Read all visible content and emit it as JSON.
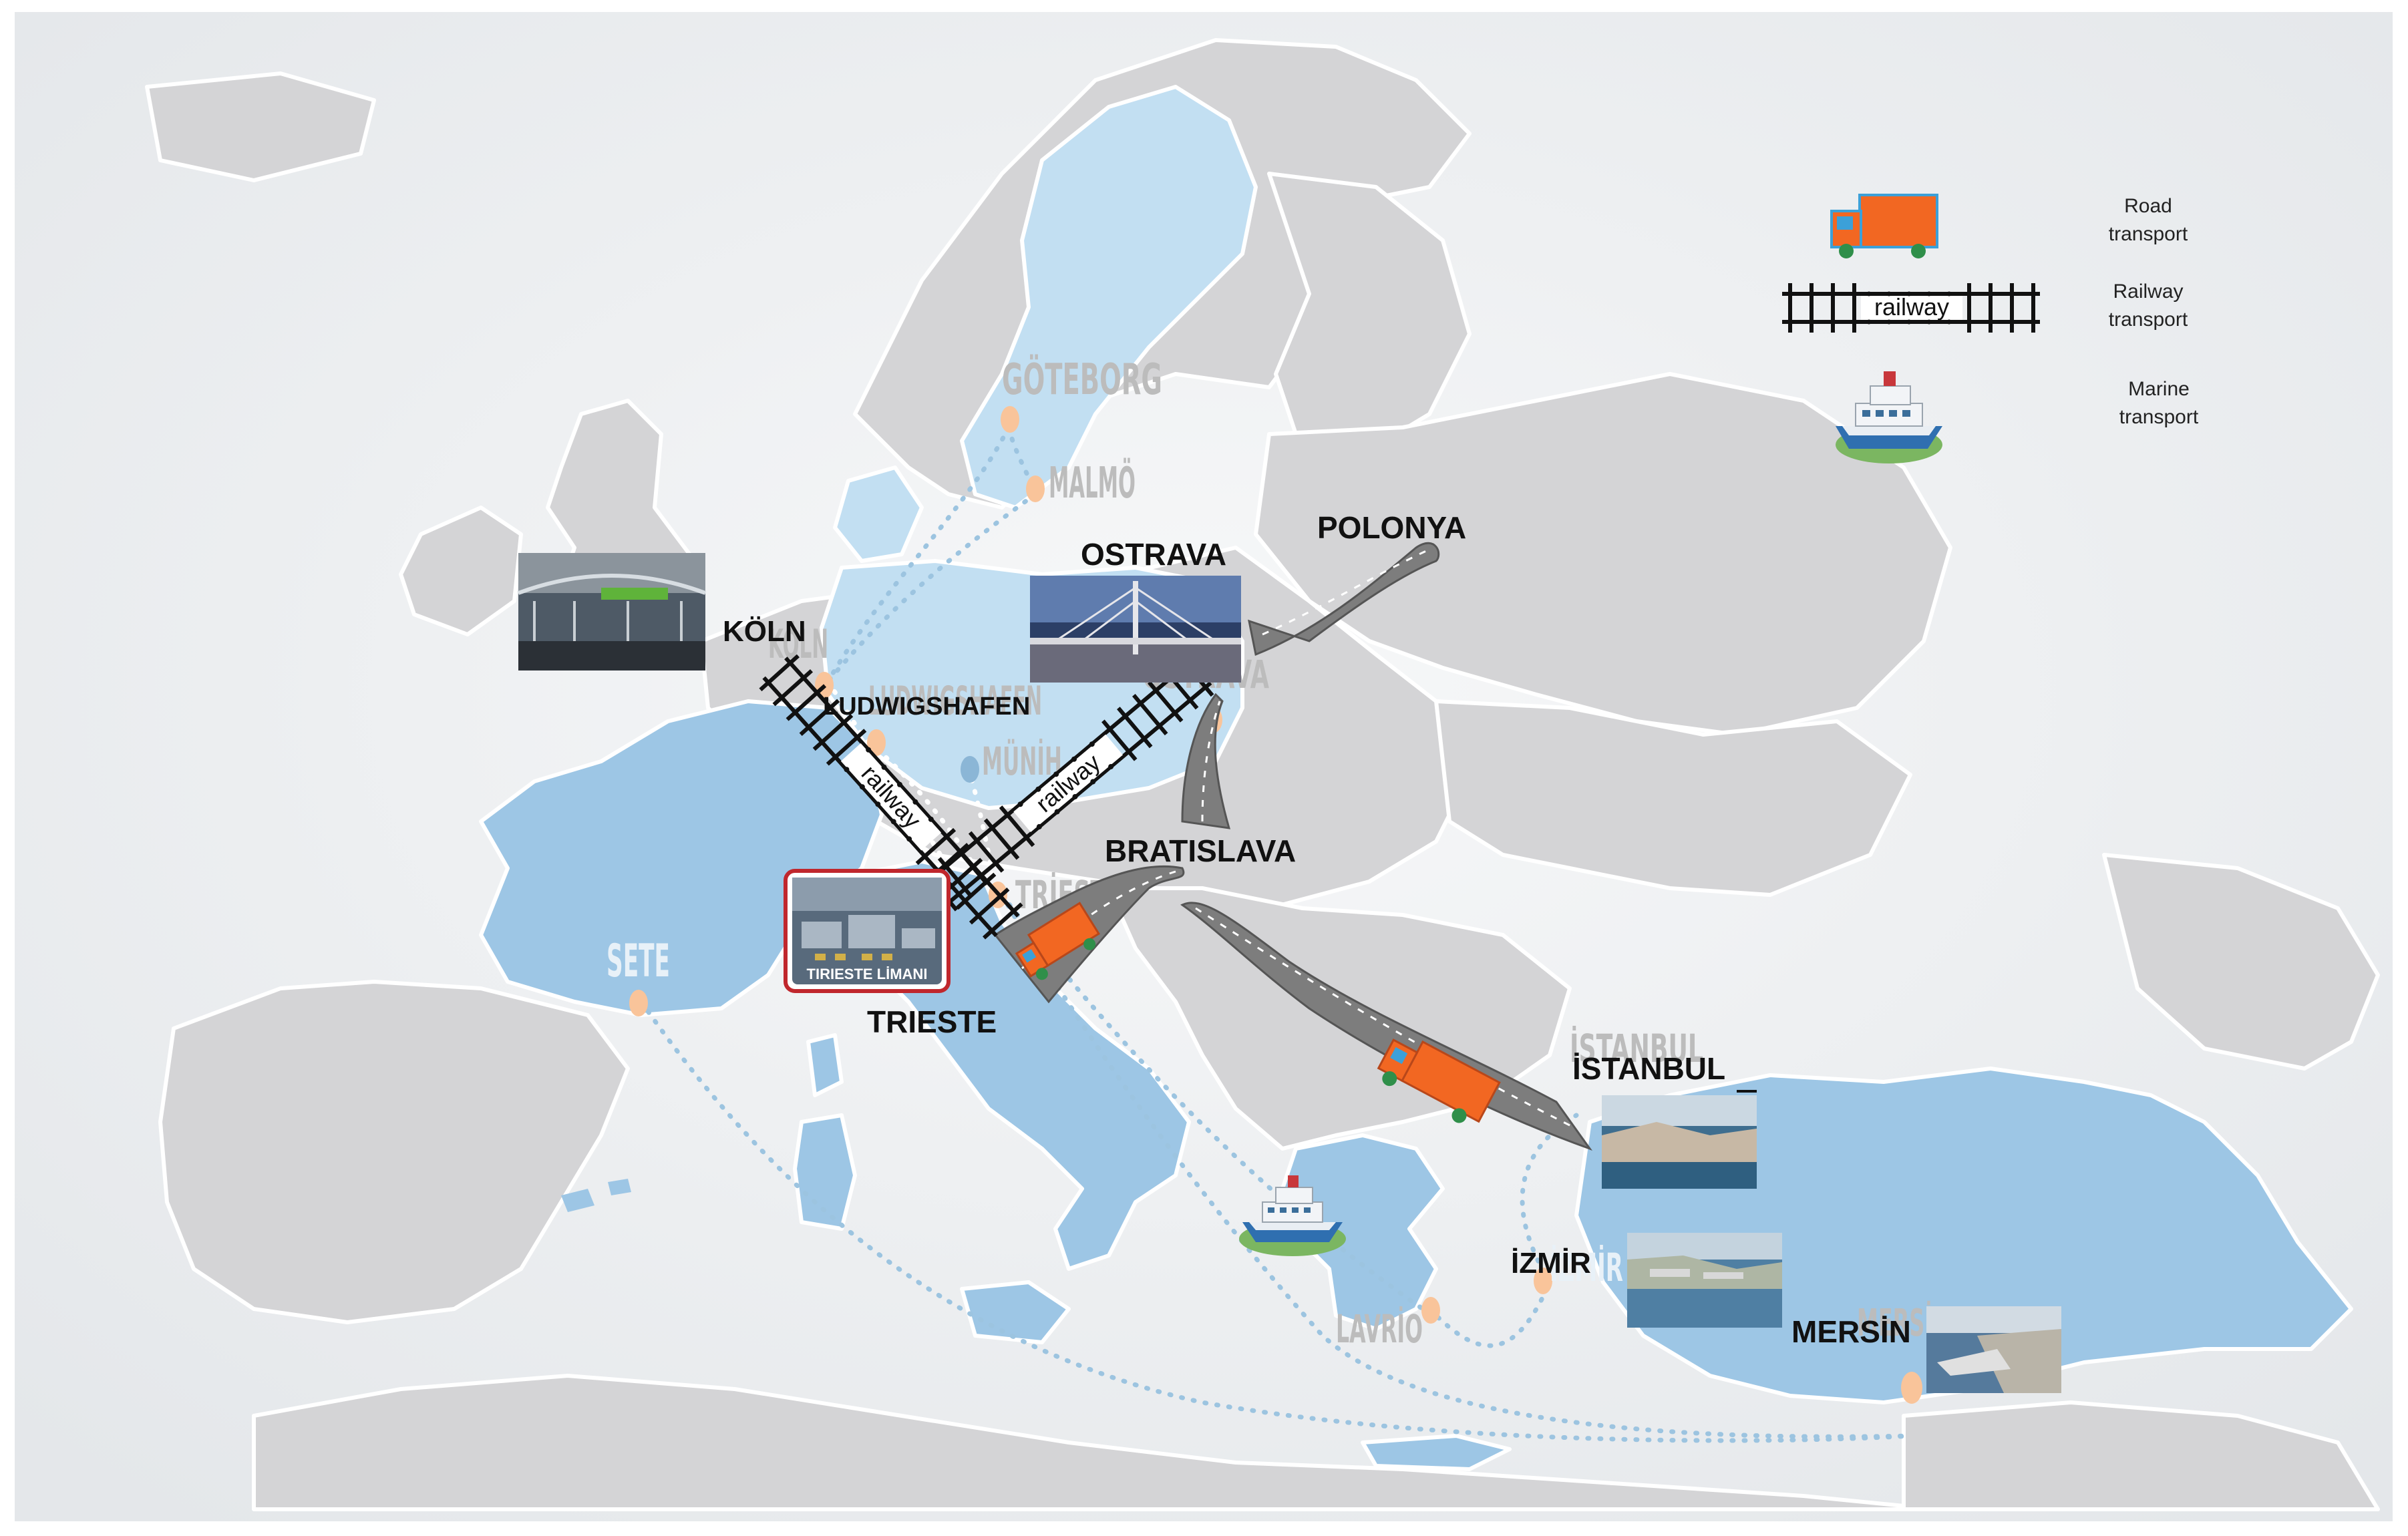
{
  "legend": {
    "road_line1": "Road",
    "road_line2": "transport",
    "rail_line1": "Railway",
    "rail_line2": "transport",
    "rail_icon_text": "railway",
    "marine_line1": "Marine",
    "marine_line2": "transport"
  },
  "cities": {
    "koln": "KÖLN",
    "ostrava": "OSTRAVA",
    "polonya": "POLONYA",
    "ludwigshafen": "LUDWIGSHAFEN",
    "bratislava": "BRATISLAVA",
    "trieste": "TRIESTE",
    "istanbul": "İSTANBUL",
    "izmir": "İZMİR",
    "mersin": "MERSİN"
  },
  "ghost_labels": {
    "goteborg": "GÖTEBORG",
    "malmo": "MALMÖ",
    "koln": "KÖLN",
    "ludwigshafen": "LUDWIGSHAFEN",
    "munih": "MÜNİH",
    "ostrava": "OSTRAVA",
    "trieste": "TRİESTE",
    "sete": "SETE",
    "istanbul": "İSTANBUL",
    "izmir": "İZMİR",
    "mersin": "MERSİN",
    "lavrio": "LAVRİO"
  },
  "rail_track_text": "railway",
  "photo_caption": "TIRIESTE LİMANI",
  "colors": {
    "background": "#eef0f2",
    "land": "#d3d3d5",
    "route_region": "#9dc6e5",
    "route_region_light": "#c2dff2",
    "road_gray": "#7d7d7d",
    "truck_orange": "#f26722",
    "port_dot": "#f9c49a",
    "sea_route_dots": "#9cc4e0"
  }
}
